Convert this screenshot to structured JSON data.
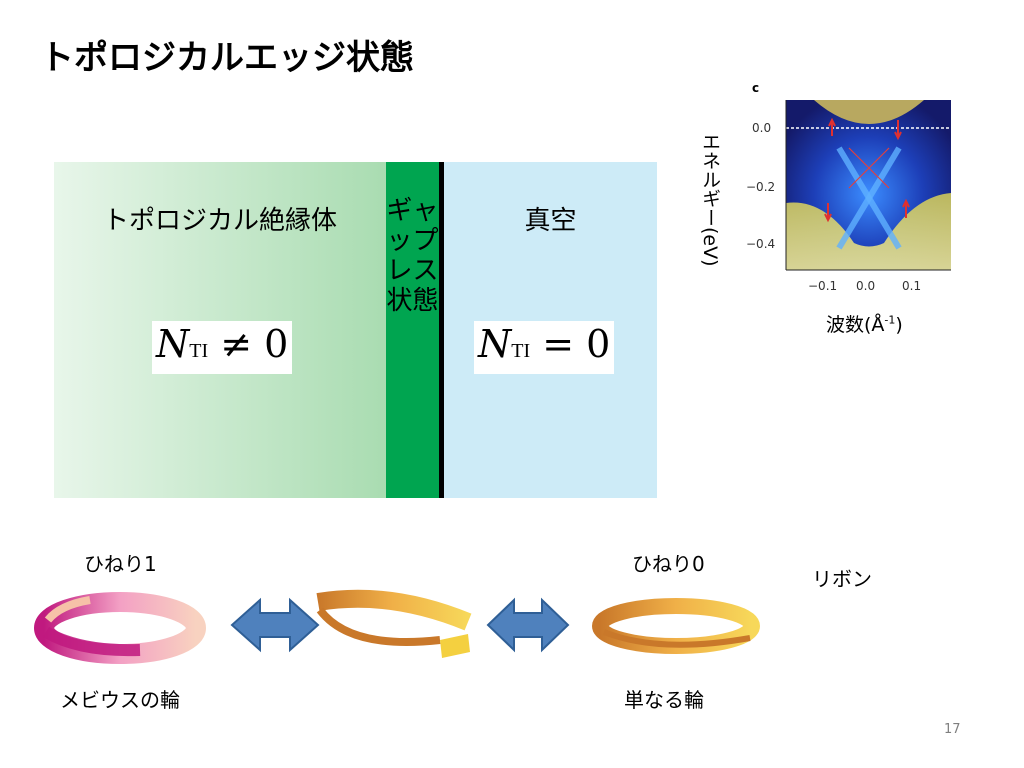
{
  "slide": {
    "title": "トポロジカルエッジ状態",
    "page_number": "17"
  },
  "diagram": {
    "ti_label": "トポロジカル絶縁体",
    "gapless_label": "ギャップレス状態",
    "vacuum_label": "真空",
    "ti_formula": {
      "symbol": "N",
      "subscript": "TI",
      "relation": "≠ 0"
    },
    "vacuum_formula": {
      "symbol": "N",
      "subscript": "TI",
      "relation": "= 0"
    }
  },
  "inset_plot": {
    "panel_letter": "c",
    "y_title": "エネルギー(eV)",
    "x_title_text": "波数(Å",
    "x_title_sup": "-1",
    "x_title_close": ")",
    "y_ticks": [
      "0.0",
      "−0.2",
      "−0.4"
    ],
    "x_ticks": [
      "−0.1",
      "0.0",
      "0.1"
    ]
  },
  "bottom": {
    "twist1": "ひねり1",
    "twist0": "ひねり0",
    "ribbon": "リボン",
    "mobius": "メビウスの輪",
    "ring": "単なる輪"
  },
  "colors": {
    "gapless_green": "#00a550",
    "vacuum_blue": "#cdebf7",
    "arrow_blue": "#4f81bd",
    "ribbon_orange": "#e8a030"
  }
}
